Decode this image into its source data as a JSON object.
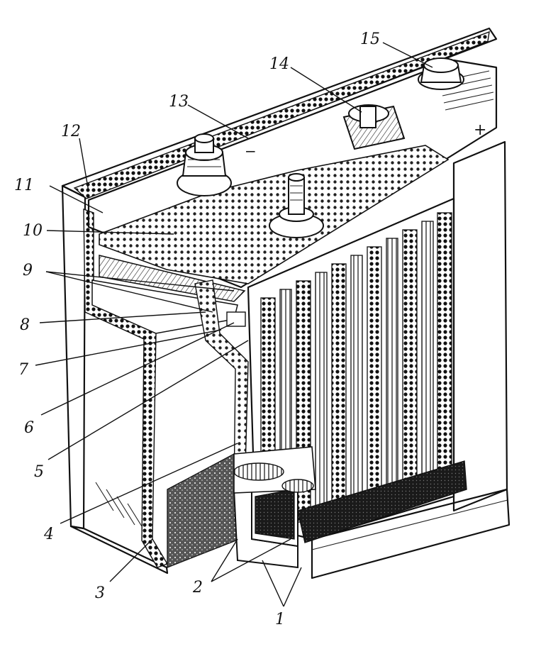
{
  "diagram": {
    "callouts": [
      {
        "id": "1",
        "text": "1"
      },
      {
        "id": "2",
        "text": "2"
      },
      {
        "id": "3",
        "text": "3"
      },
      {
        "id": "4",
        "text": "4"
      },
      {
        "id": "5",
        "text": "5"
      },
      {
        "id": "6",
        "text": "6"
      },
      {
        "id": "7",
        "text": "7"
      },
      {
        "id": "8",
        "text": "8"
      },
      {
        "id": "9",
        "text": "9"
      },
      {
        "id": "10",
        "text": "10"
      },
      {
        "id": "11",
        "text": "11"
      },
      {
        "id": "12",
        "text": "12"
      },
      {
        "id": "13",
        "text": "13"
      },
      {
        "id": "14",
        "text": "14"
      },
      {
        "id": "15",
        "text": "15"
      }
    ],
    "terminal_marks": {
      "negative": "−",
      "positive": "+"
    }
  }
}
